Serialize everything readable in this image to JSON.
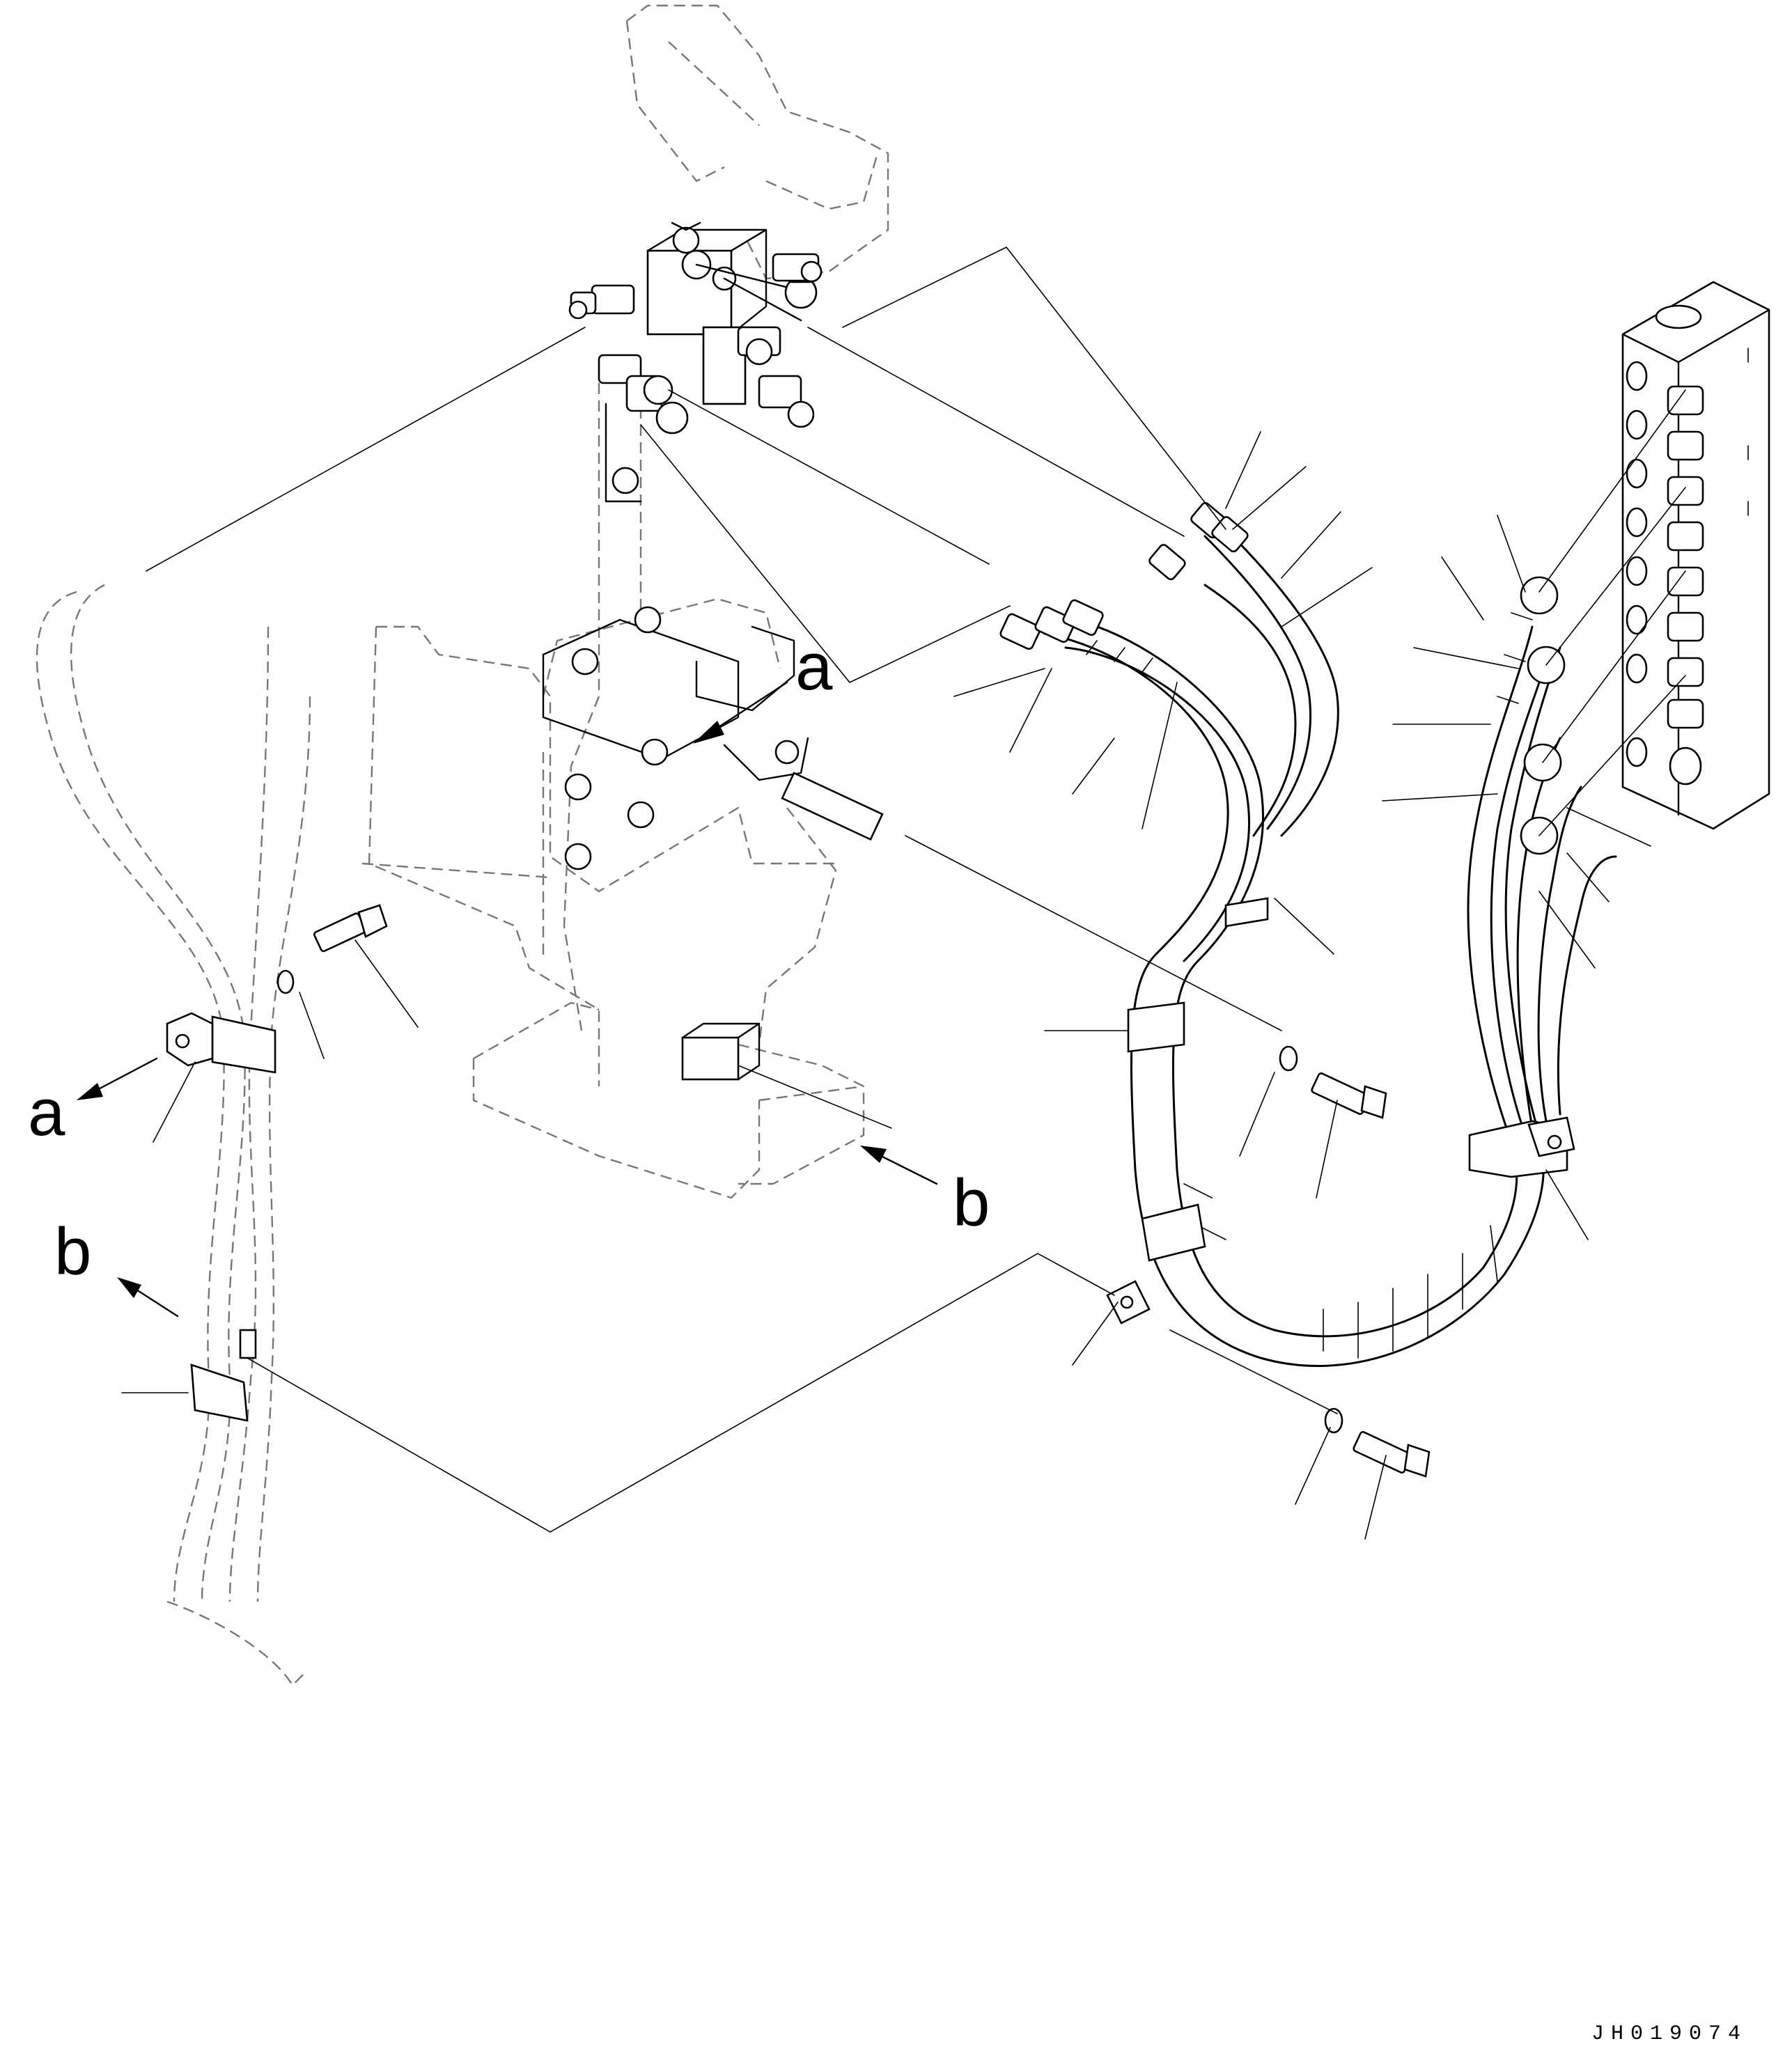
{
  "view_labels": {
    "a_top": "a",
    "a_left": "a",
    "b_left": "b",
    "b_bottom": "b"
  },
  "drawing_code": "JH019074",
  "colors": {
    "line": "#000000",
    "phantom": "#777777",
    "background": "#ffffff"
  },
  "icons": {
    "arrow": "view-arrow-icon",
    "bolt": "bolt-icon",
    "washer": "washer-icon",
    "clamp": "hose-clamp-icon"
  }
}
